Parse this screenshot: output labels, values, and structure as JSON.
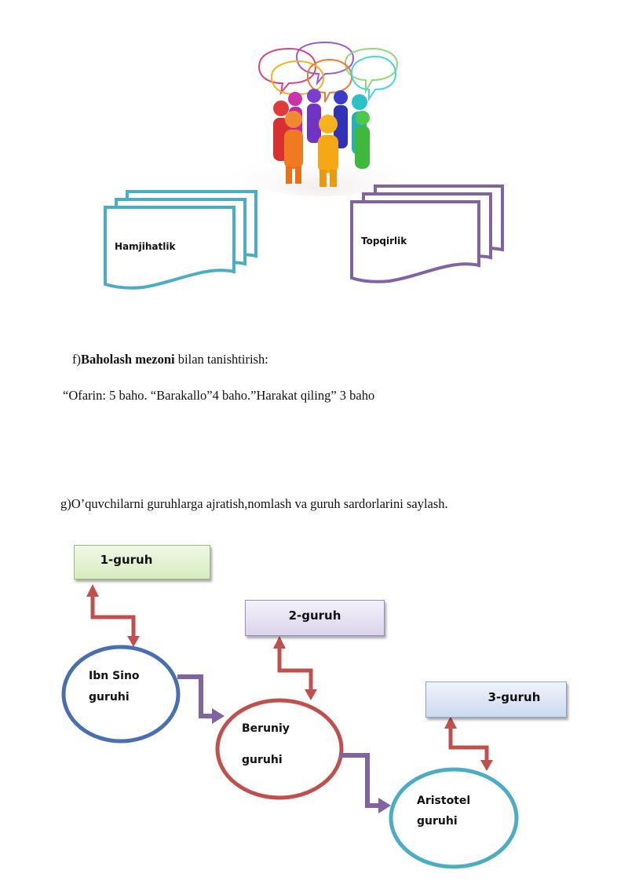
{
  "illustration": {
    "icon": "people-talking-icon"
  },
  "docs": {
    "left_label": "Hamjihatlik",
    "right_label": "Topqirlik"
  },
  "section_f": {
    "prefix": "f)",
    "bold_text": "Baholash mezoni",
    "rest": " bilan tanishtirish:",
    "line2": "“Ofarin: 5 baho. “Barakallo”4 baho.”Harakat qiling” 3 baho"
  },
  "section_g": {
    "text": "g)O’quvchilarni guruhlarga ajratish,nomlash va guruh sardorlarini saylash."
  },
  "diagram": {
    "boxes": [
      "1-guruh",
      "2-guruh",
      "3-guruh"
    ],
    "circles": [
      {
        "line1": "Ibn Sino",
        "line2": "guruhi"
      },
      {
        "line1": "Beruniy",
        "line2": "guruhi"
      },
      {
        "line1": "Aristotel",
        "line2": "guruhi"
      }
    ],
    "colors": {
      "circle1": "#4a6fb0",
      "circle2": "#c0504d",
      "circle3": "#4bacc6",
      "arrow_red": "#c0504d",
      "arrow_purple": "#8064a2",
      "doc_blue": "#4bacc6",
      "doc_purple": "#8064a2"
    }
  }
}
